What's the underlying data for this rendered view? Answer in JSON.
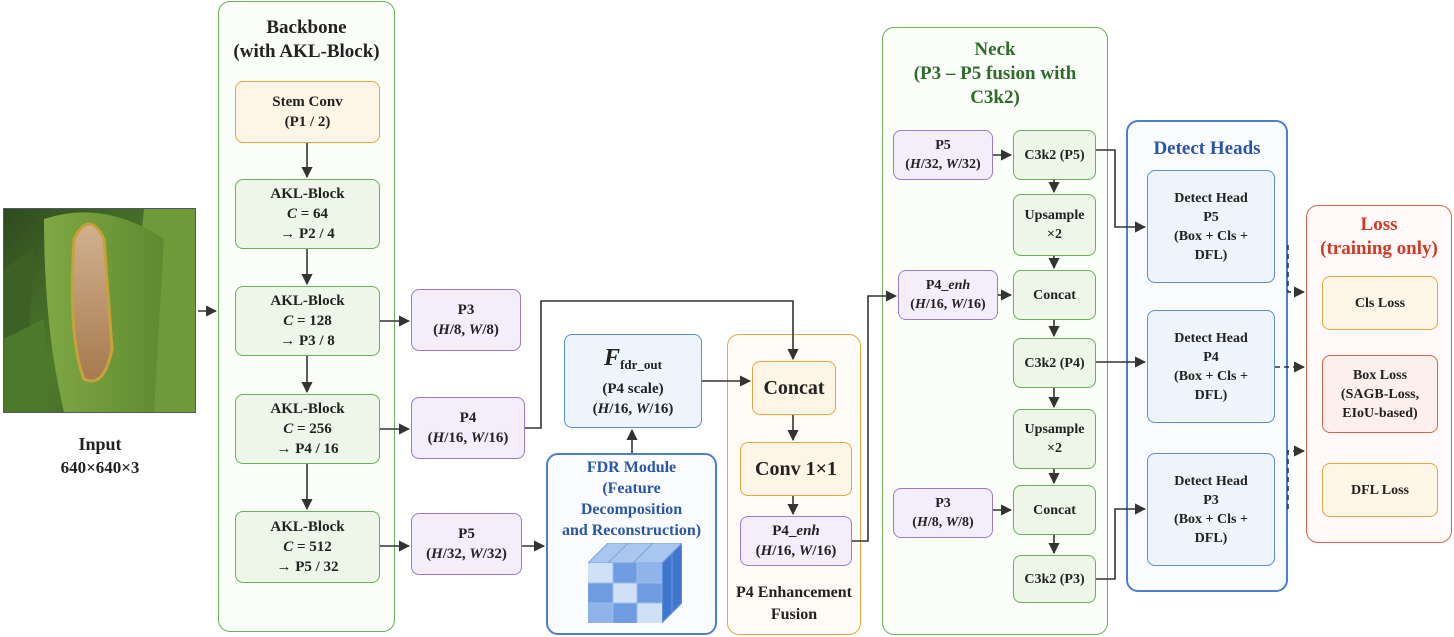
{
  "input": {
    "label": "Input",
    "size": "640×640×3"
  },
  "backbone": {
    "title_line1": "Backbone",
    "title_line2": "(with AKL-Block)",
    "stem": {
      "line1": "Stem Conv",
      "line2": "(P1 / 2)"
    },
    "blocks": [
      {
        "name": "AKL-Block",
        "c": "C",
        "c_val": " = 64",
        "out": "→ P2 / 4"
      },
      {
        "name": "AKL-Block",
        "c": "C",
        "c_val": " = 128",
        "out": "→ P3 / 8"
      },
      {
        "name": "AKL-Block",
        "c": "C",
        "c_val": " = 256",
        "out": "→ P4 / 16"
      },
      {
        "name": "AKL-Block",
        "c": "C",
        "c_val": " = 512",
        "out": "→ P5 / 32"
      }
    ]
  },
  "features": {
    "p3": {
      "name": "P3",
      "h": "H",
      "h_div": "/8, ",
      "w": "W",
      "w_div": "/8)"
    },
    "p4": {
      "name": "P4",
      "h": "H",
      "h_div": "/16, ",
      "w": "W",
      "w_div": "/16)"
    },
    "p5": {
      "name": "P5",
      "h": "H",
      "h_div": "/32, ",
      "w": "W",
      "w_div": "/32)"
    }
  },
  "fdr": {
    "out_main": "F",
    "out_sub": "fdr_out",
    "out_line2": "(P4 scale)",
    "out_h": "H",
    "out_h_div": "/16, ",
    "out_w": "W",
    "out_w_div": "/16)",
    "module_line1": "FDR Module",
    "module_line2": "(Feature",
    "module_line3": "Decomposition",
    "module_line4": "and Reconstruction)"
  },
  "enhancement": {
    "concat": "Concat",
    "conv": "Conv 1×1",
    "out_name": "P4_",
    "out_it": "enh",
    "out_h": "H",
    "out_h_div": "/16, ",
    "out_w": "W",
    "out_w_div": "/16)",
    "caption_line1": "P4 Enhancement",
    "caption_line2": "Fusion"
  },
  "neck": {
    "title_line1": "Neck",
    "title_line2": "(P3 – P5 fusion with",
    "title_line3": "C3k2)",
    "in_p5": {
      "name": "P5",
      "h": "H",
      "h_div": "/32, ",
      "w": "W",
      "w_div": "/32)"
    },
    "in_p4": {
      "name": "P4_",
      "it": "enh",
      "h": "H",
      "h_div": "/16, ",
      "w": "W",
      "w_div": "/16)"
    },
    "in_p3": {
      "name": "P3",
      "h": "H",
      "h_div": "/8, ",
      "w": "W",
      "w_div": "/8)"
    },
    "c3k2_p5": "C3k2 (P5)",
    "up1_line1": "Upsample",
    "up1_line2": "×2",
    "concat1": "Concat",
    "c3k2_p4": "C3k2 (P4)",
    "up2_line1": "Upsample",
    "up2_line2": "×2",
    "concat2": "Concat",
    "c3k2_p3": "C3k2 (P3)"
  },
  "detect": {
    "title": "Detect Heads",
    "heads": [
      {
        "line1": "Detect Head",
        "line2": "P5",
        "line3": "(Box + Cls +",
        "line4": "DFL)"
      },
      {
        "line1": "Detect Head",
        "line2": "P4",
        "line3": "(Box + Cls +",
        "line4": "DFL)"
      },
      {
        "line1": "Detect Head",
        "line2": "P3",
        "line3": "(Box + Cls +",
        "line4": "DFL)"
      }
    ]
  },
  "loss": {
    "title_line1": "Loss",
    "title_line2": "(training only)",
    "cls": "Cls Loss",
    "box_line1": "Box Loss",
    "box_line2": "(SAGB-Loss,",
    "box_line3": "EIoU-based)",
    "dfl": "DFL Loss"
  },
  "colors": {
    "backbone_green": "#6ab057",
    "neck_green": "#2f6b2a",
    "feature_purple": "#9c7ad1",
    "orange": "#e9a43f",
    "detect_blue": "#2a56a5",
    "loss_red": "#d03a25",
    "arrow": "#333333"
  }
}
